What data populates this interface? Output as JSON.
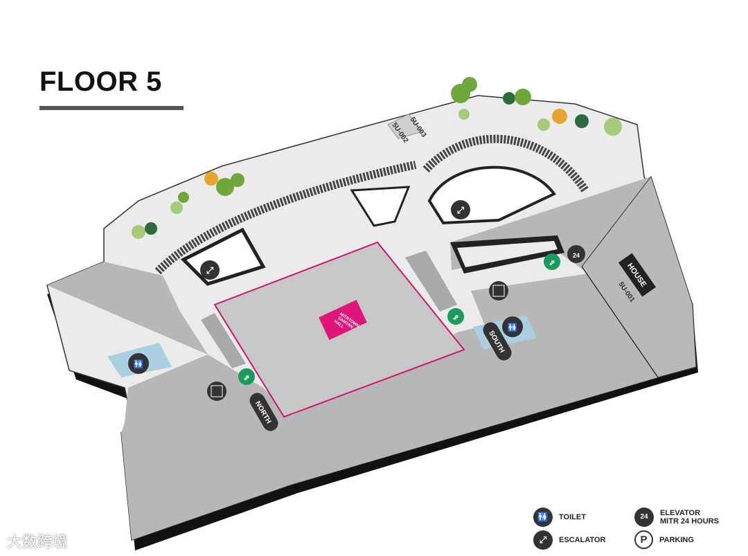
{
  "title": "FLOOR 5",
  "hall": {
    "name_line1": "SAMYAN",
    "name_line2": "MITRTOWN",
    "name_line3": "HALL",
    "color": "#e0157a"
  },
  "units": [
    "5U-003",
    "5U-002",
    "5U-001"
  ],
  "tenant": "HOUSE",
  "directions": {
    "north": "NORTH",
    "south": "SOUTH"
  },
  "legend": {
    "toilet": "TOILET",
    "escalator": "ESCALATOR",
    "elevator_line1": "ELEVATOR",
    "elevator_line2": "MITR 24 HOURS",
    "parking": "PARKING",
    "parking_icon": "P",
    "elevator_icon": "24"
  },
  "watermark": "大数跨境",
  "colors": {
    "floor": "#ebebeb",
    "zone": "#b8b8b8",
    "emergency": "#1a9a5c",
    "tree": "#6ea83a",
    "toilet_area": "#a9cfe0"
  }
}
